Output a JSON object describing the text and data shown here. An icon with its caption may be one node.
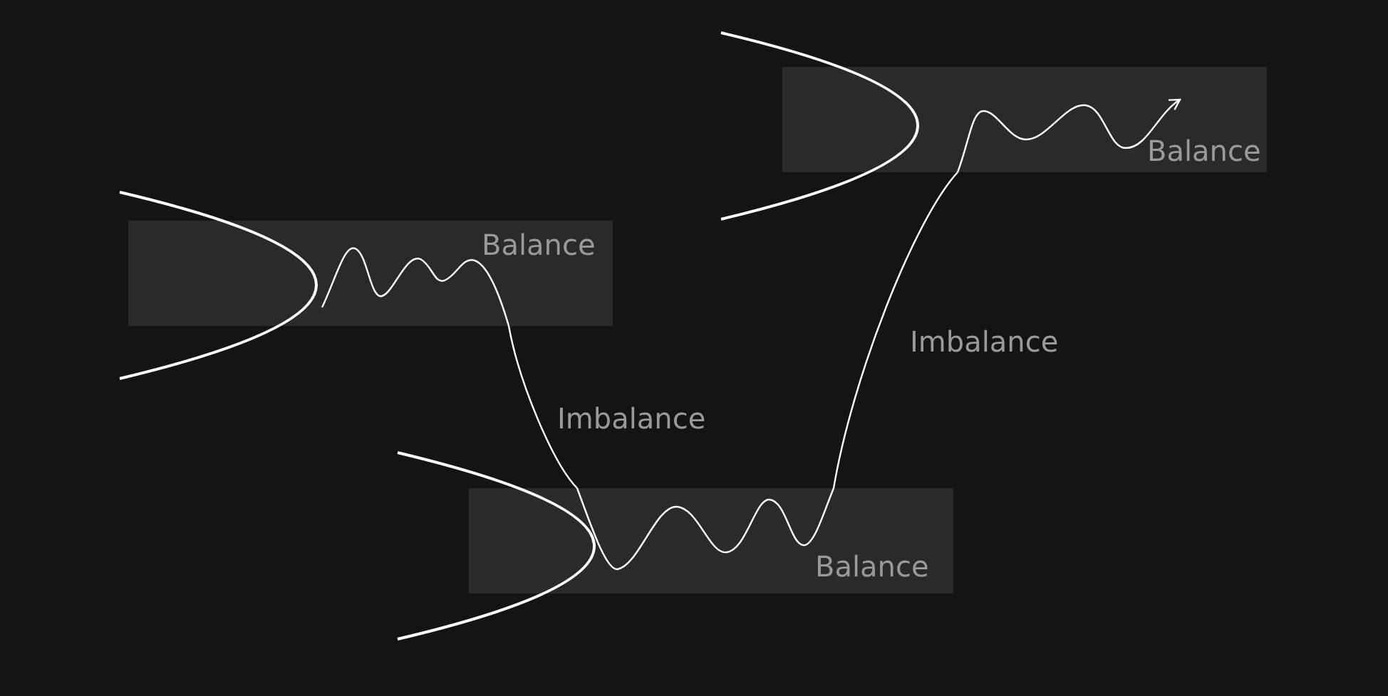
{
  "diagram": {
    "nodes": [
      {
        "text": [
          "Balance"
        ]
      },
      {
        "text": [
          "Balance"
        ]
      },
      {
        "text": [
          "Balance"
        ]
      }
    ],
    "edges": [
      {
        "from": 0,
        "to": 1,
        "arrow": "none",
        "label": "Imbalance"
      },
      {
        "from": 1,
        "to": 2,
        "arrow": "none",
        "label": "Imbalance"
      }
    ]
  }
}
